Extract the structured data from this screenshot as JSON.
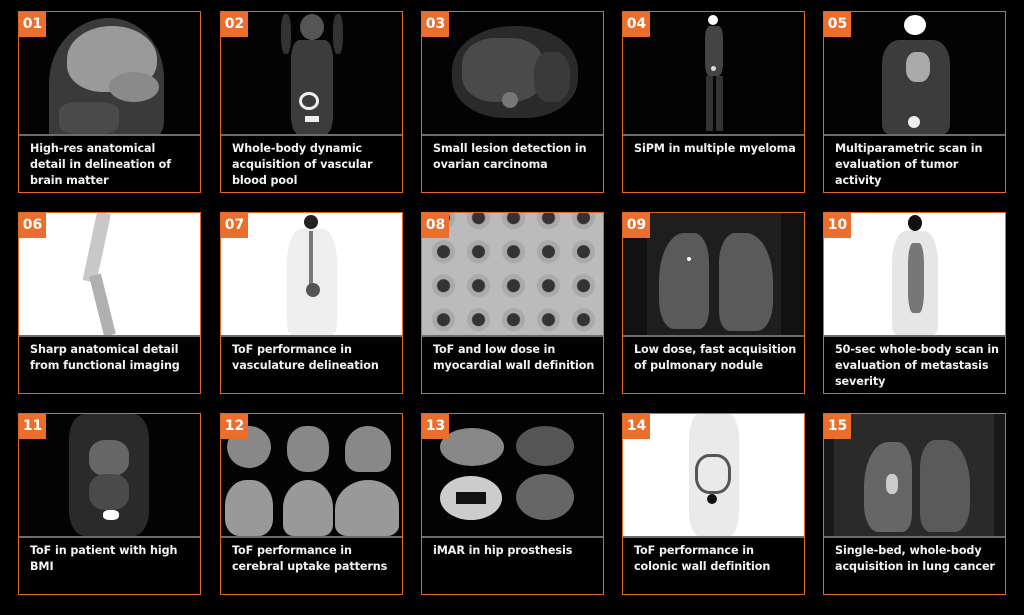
{
  "theme": {
    "accent": "#ec6e2d",
    "border": "#e0662a",
    "background": "#000000",
    "divider": "#6c6c6c",
    "caption_color": "#f2f2f2"
  },
  "cards": [
    {
      "number": "01",
      "caption": "High-res anatomical detail in delineation of brain matter",
      "image": "sagittal-brain-ct",
      "image_bg": "dark"
    },
    {
      "number": "02",
      "caption": "Whole-body dynamic acquisition of vascular blood pool",
      "image": "whole-body-pet-mip-arms-up",
      "image_bg": "dark"
    },
    {
      "number": "03",
      "caption": "Small lesion detection in ovarian carcinoma",
      "image": "axial-abdomen-ct",
      "image_bg": "dark"
    },
    {
      "number": "04",
      "caption": "SiPM in multiple myeloma",
      "image": "whole-body-pet-mip-narrow",
      "image_bg": "dark"
    },
    {
      "number": "05",
      "caption": "Multiparametric scan in evaluation of tumor activity",
      "image": "coronal-torso-pet",
      "image_bg": "dark"
    },
    {
      "number": "06",
      "caption": "Sharp anatomical detail from functional imaging",
      "image": "leg-bone-inverted",
      "image_bg": "light"
    },
    {
      "number": "07",
      "caption": "ToF performance in vasculature delineation",
      "image": "whole-body-inverted-mip",
      "image_bg": "light"
    },
    {
      "number": "08",
      "caption": "ToF and low dose in myocardial wall definition",
      "image": "cardiac-short-axis-grid",
      "image_bg": "dark"
    },
    {
      "number": "09",
      "caption": "Low dose, fast acquisition of pulmonary nodule",
      "image": "coronal-lungs-ct",
      "image_bg": "dark"
    },
    {
      "number": "10",
      "caption": "50-sec whole-body scan in evaluation of metastasis severity",
      "image": "whole-body-inverted-mip-metastasis",
      "image_bg": "light"
    },
    {
      "number": "11",
      "caption": "ToF in patient with high BMI",
      "image": "coronal-torso-pet-high-bmi",
      "image_bg": "dark"
    },
    {
      "number": "12",
      "caption": "ToF performance in cerebral uptake patterns",
      "image": "brain-mri-six-views",
      "image_bg": "dark"
    },
    {
      "number": "13",
      "caption": "iMAR in hip prosthesis",
      "image": "axial-pelvis-four-views",
      "image_bg": "dark"
    },
    {
      "number": "14",
      "caption": "ToF performance in colonic wall definition",
      "image": "whole-body-inverted-mip-colon",
      "image_bg": "light"
    },
    {
      "number": "15",
      "caption": "Single-bed, whole-body acquisition in lung cancer",
      "image": "coronal-chest-ct-lung-cancer",
      "image_bg": "dark"
    }
  ]
}
